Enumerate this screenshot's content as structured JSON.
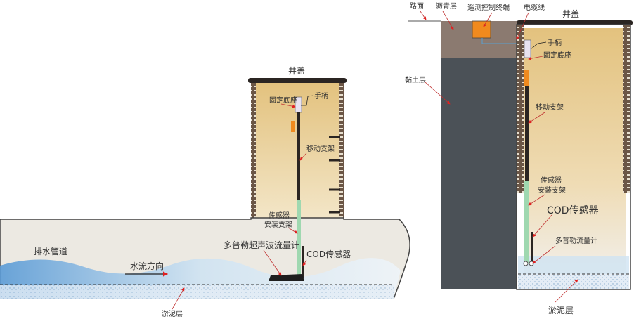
{
  "left": {
    "manhole_cover": "井盖",
    "handle": "手柄",
    "fixed_base": "固定底座",
    "moving_bracket": "移动支架",
    "sensor_mount_line1": "传感器",
    "sensor_mount_line2": "安装支架",
    "drain_pipe": "排水管道",
    "flow_direction": "水流方向",
    "doppler_meter": "多普勒超声波流量计",
    "cod_sensor": "COD传感器",
    "sludge_layer": "淤泥层"
  },
  "right": {
    "road_surface": "路面",
    "asphalt_layer": "沥青层",
    "telemetry_terminal": "遥测控制终端",
    "cable": "电缆线",
    "manhole_cover": "井盖",
    "handle": "手柄",
    "fixed_base": "固定底座",
    "clay_layer": "黏土层",
    "moving_bracket": "移动支架",
    "sensor_mount_line1": "传感器",
    "sensor_mount_line2": "安装支架",
    "cod_sensor": "COD传感器",
    "doppler_meter": "多普勒流量计",
    "sludge_layer": "淤泥层"
  },
  "colors": {
    "shaft": "#e6c98a",
    "brick": "#6b5646",
    "clay": "#4b5157",
    "asphalt": "#8b7a70",
    "terminal": "#f08a1e",
    "water": "#6ea8d8",
    "bracket": "#9fd8b0",
    "arrow": "#e02020"
  }
}
